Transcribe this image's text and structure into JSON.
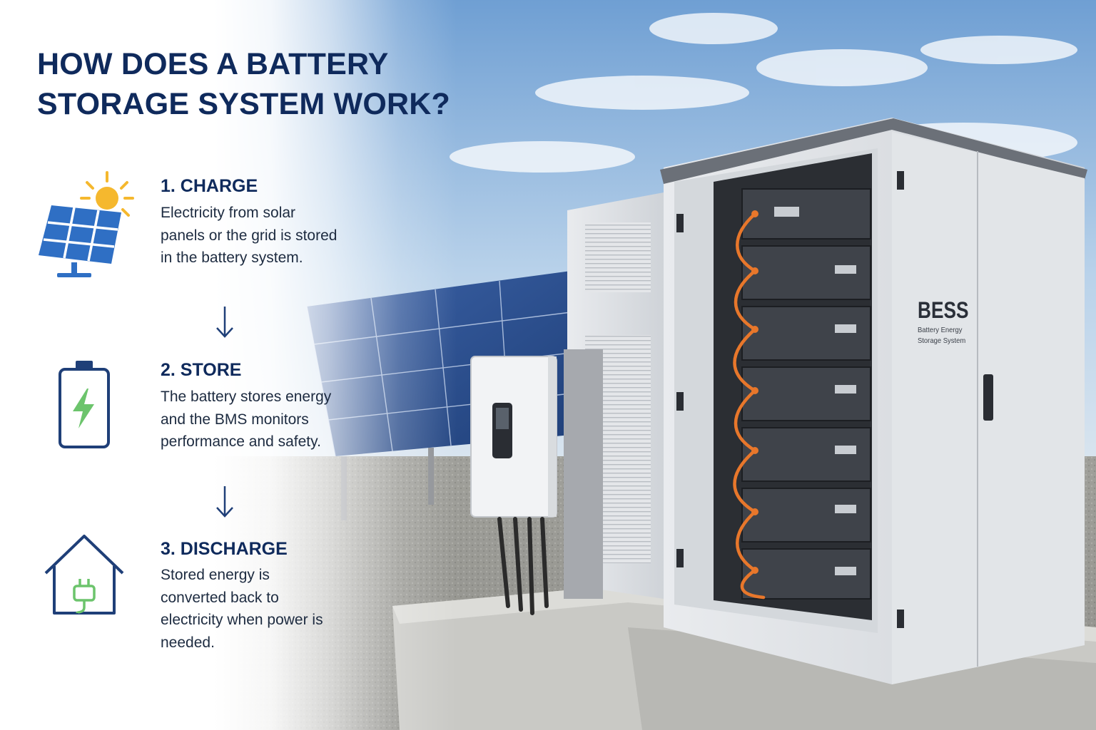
{
  "title": "HOW DOES A BATTERY STORAGE SYSTEM WORK?",
  "steps": [
    {
      "heading": "1. CHARGE",
      "text": "Electricity from solar panels or the grid is stored in the battery system.",
      "icon": "solar-panel-sun-icon"
    },
    {
      "heading": "2. STORE",
      "text": "The battery stores energy and the BMS monitors performance and safety.",
      "icon": "battery-bolt-icon"
    },
    {
      "heading": "3. DISCHARGE",
      "text": "Stored energy is converted back to electricity when power is needed.",
      "icon": "house-plug-icon"
    }
  ],
  "cabinet": {
    "label": "BESS",
    "sublabel": "Battery Energy Storage System"
  },
  "colors": {
    "navy": "#0f2a5c",
    "solar_blue": "#2f6fc4",
    "sun_yellow": "#f5b82e",
    "battery_green": "#6cc46c",
    "cable_orange": "#e8772b"
  }
}
